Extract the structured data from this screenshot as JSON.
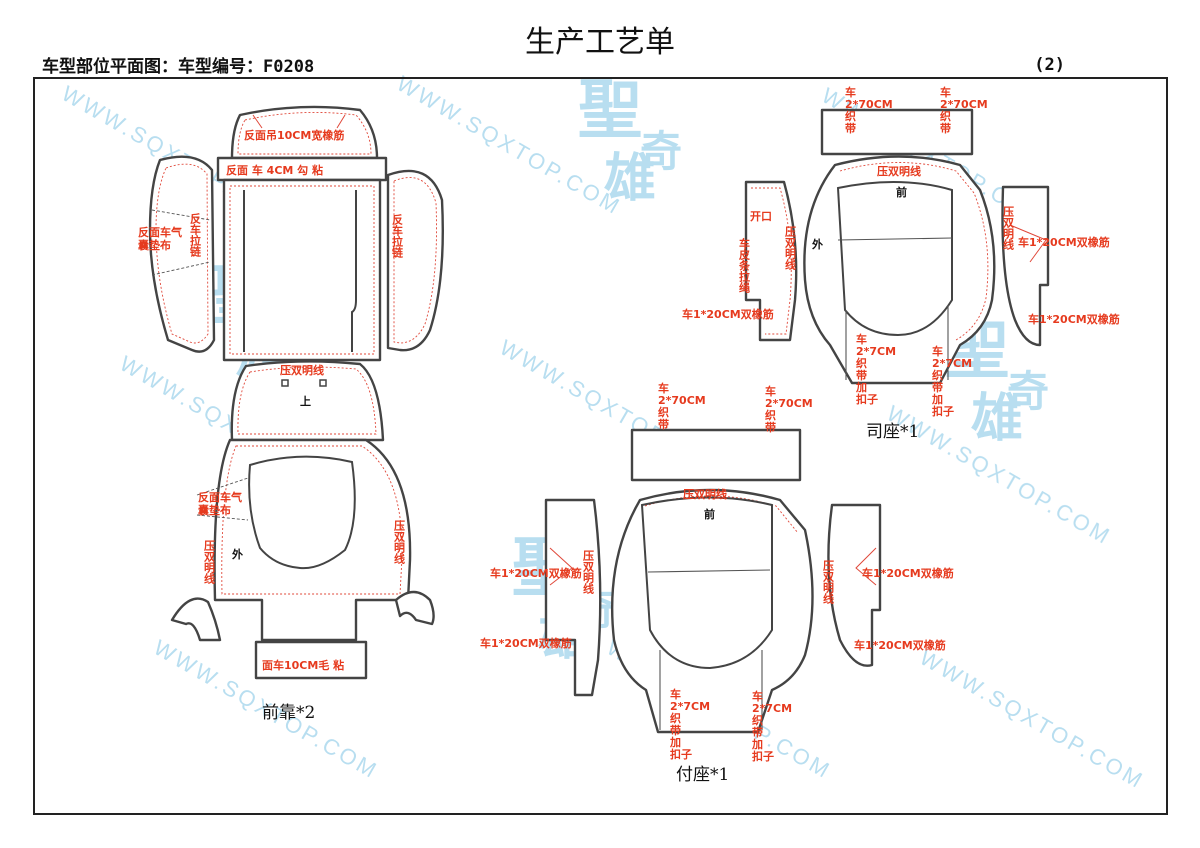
{
  "document": {
    "title": "生产工艺单",
    "subtitle": "车型部位平面图：车型编号：F0208",
    "page_number": "(2)"
  },
  "colors": {
    "label_red": "#e63a1e",
    "outline": "#444444",
    "seam_red": "#e0483a",
    "watermark": "#7fc4e4"
  },
  "watermark": {
    "text": "WWW.SQXTOP.COM",
    "logo_chars": [
      "聖",
      "奇",
      "雄"
    ]
  },
  "front_backrest": {
    "caption": "前靠*2",
    "labels": {
      "top_cap": "反面吊10CM宽橡筋",
      "top_band": "反面 车 4CM 勾 粘",
      "left_wing_airbag": [
        "反面车气",
        "囊垫布"
      ],
      "left_wing_zip": "反车拉链",
      "right_wing_zip": "反车拉链",
      "seat_topstitch": "压双明线",
      "seat_up": "上",
      "lower_airbag": [
        "反面车气",
        "囊垫布"
      ],
      "lower_left_topstitch": "压双明线",
      "lower_outer": "外",
      "lower_right_topstitch": "压双明线",
      "bottom_strip": "面车10CM毛 粘"
    }
  },
  "driver_seat": {
    "caption": "司座*1",
    "labels": {
      "strap_left": [
        "车",
        "2*70CM",
        "织",
        "带"
      ],
      "strap_right": [
        "车",
        "2*70CM",
        "织",
        "带"
      ],
      "body_topstitch": "压双明线",
      "body_front": "前",
      "opening": "开口",
      "leather_rope": [
        "车",
        "皮",
        "条",
        "拉",
        "绳"
      ],
      "left_topstitch": "压双明线",
      "outer": "外",
      "left_elastic": "车1*20CM双橡筋",
      "right_topstitch": "压双明线",
      "right_elastic_upper": "车1*20CM双橡筋",
      "right_elastic_lower": "车1*20CM双橡筋",
      "bottom_left": [
        "车",
        "2*7CM",
        "织",
        "带",
        "加",
        "扣子"
      ],
      "bottom_right": [
        "车",
        "2*7CM",
        "织",
        "带",
        "加",
        "扣子"
      ]
    }
  },
  "passenger_seat": {
    "caption": "付座*1",
    "labels": {
      "strap_left": [
        "车",
        "2*70CM",
        "织",
        "带"
      ],
      "strap_right": [
        "车",
        "2*70CM",
        "织",
        "带"
      ],
      "body_topstitch": "压双明线",
      "body_front": "前",
      "left_topstitch": "压双明线",
      "left_elastic_upper": "车1*20CM双橡筋",
      "left_elastic_lower": "车1*20CM双橡筋",
      "right_topstitch": "压双明线",
      "right_elastic_upper": "车1*20CM双橡筋",
      "right_elastic_lower": "车1*20CM双橡筋",
      "bottom_left": [
        "车",
        "2*7CM",
        "织",
        "带",
        "加",
        "扣子"
      ],
      "bottom_right": [
        "车",
        "2*7CM",
        "织",
        "带",
        "加",
        "扣子"
      ]
    }
  }
}
